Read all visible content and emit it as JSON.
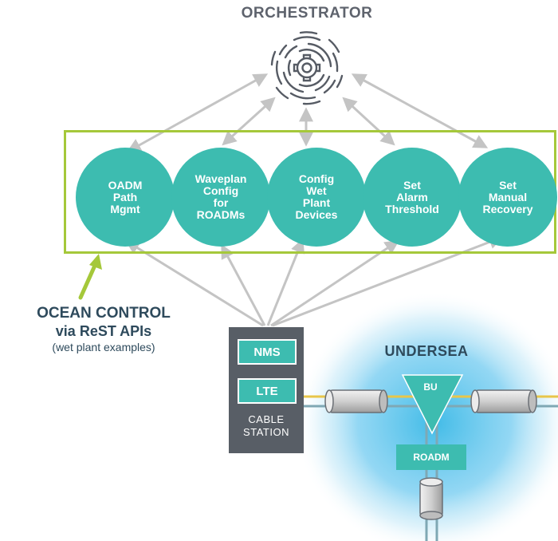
{
  "title": "ORCHESTRATOR",
  "functions": [
    {
      "label": "OADM\nPath\nMgmt"
    },
    {
      "label": "Waveplan\nConfig\nfor\nROADMs"
    },
    {
      "label": "Config\nWet\nPlant\nDevices"
    },
    {
      "label": "Set\nAlarm\nThreshold"
    },
    {
      "label": "Set\nManual\nRecovery"
    }
  ],
  "ocean_control": {
    "line1": "OCEAN CONTROL",
    "line2": "via ReST APIs",
    "line3": "(wet plant examples)"
  },
  "cable_station": {
    "nms": "NMS",
    "lte": "LTE",
    "label_line1": "CABLE",
    "label_line2": "STATION"
  },
  "undersea": {
    "label": "UNDERSEA",
    "bu": "BU",
    "roadm": "ROADM"
  },
  "colors": {
    "teal": "#3dbcb0",
    "frame_green": "#a5c83a",
    "arrow_gray": "#c4c4c4",
    "station_gray": "#585e66",
    "fiber_yellow": "#e8c64a",
    "fiber_blue": "#7fa8b4",
    "ocean_blue": "#38b8e6"
  }
}
